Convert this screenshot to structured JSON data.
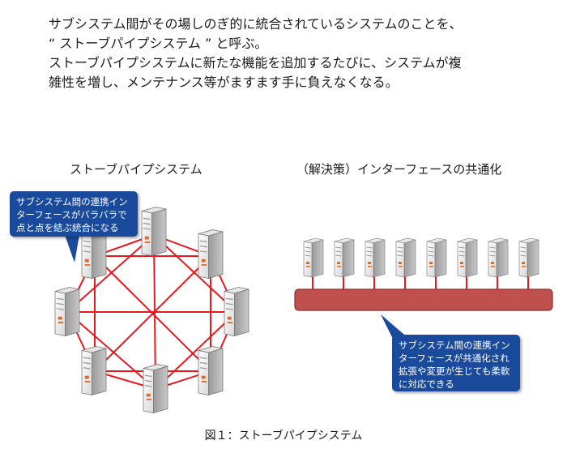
{
  "intro": {
    "line1": "サブシステム間がその場しのぎ的に統合されているシステムのことを、",
    "line2": "“ ストーブパイプシステム ” と呼ぶ。",
    "line3": "ストーブパイプシステムに新たな機能を追加するたびに、システムが複",
    "line4": "雑性を増し、メンテナンス等がますます手に負えなくなる。"
  },
  "left": {
    "title": "ストーブパイプシステム",
    "note": [
      "サブシステム間の連携イン",
      "ターフェースがバラバラで",
      "点と点を結ぶ統合になる"
    ]
  },
  "right": {
    "title": "（解決策）インターフェースの共通化",
    "note": [
      "サブシステム間の連携イン",
      "ターフェースが共通化され",
      "拡張や変更が生じても柔軟",
      "に対応できる"
    ]
  },
  "caption": "図１：ストーブパイプシステム",
  "colors": {
    "link": "#e8191e",
    "bus": "#c0504d",
    "bus_border": "#8b2e2b",
    "callout": "#1a4a9c"
  }
}
